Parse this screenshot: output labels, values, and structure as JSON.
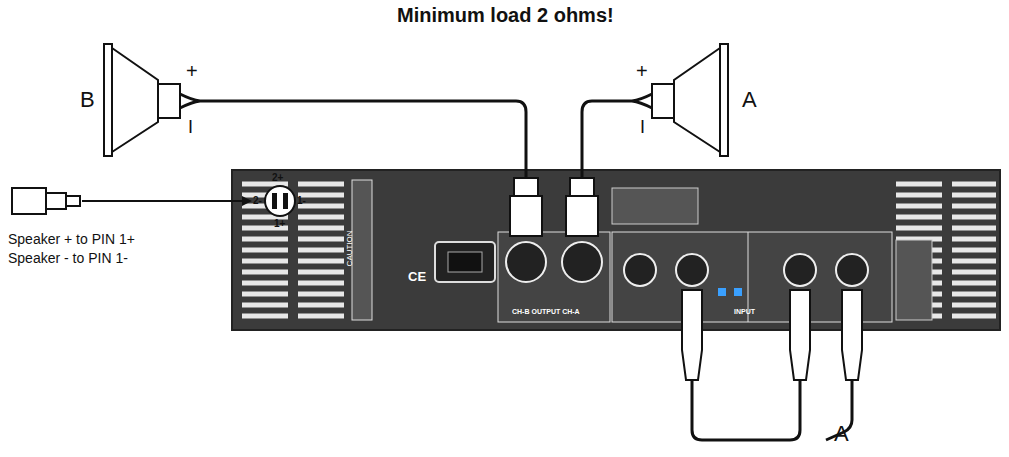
{
  "diagram": {
    "title": "Minimum load 2 ohms!",
    "labels": [
      "B",
      "+",
      "I",
      "A",
      "+",
      "I",
      "2+",
      "2-",
      "1-",
      "1+",
      "Speaker + to PIN 1+",
      "Speaker - to PIN 1-",
      "A",
      "CAUTION",
      "CE",
      "CH-B OUTPUT CH-A",
      "INPUT"
    ]
  }
}
